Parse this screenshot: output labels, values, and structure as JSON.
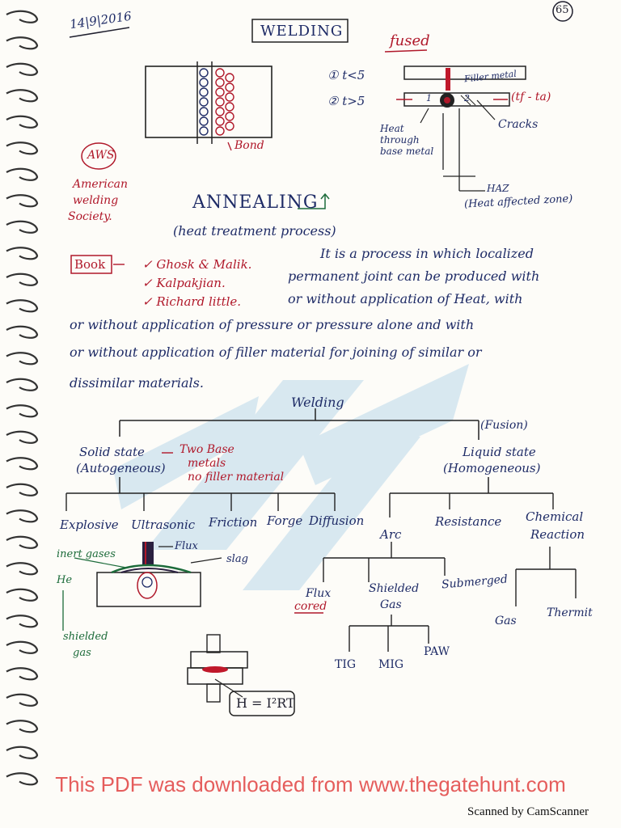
{
  "date": "14|9|2016",
  "page_number": "65",
  "title": "WELDING",
  "fused_label": "fused",
  "conditions": {
    "c1": "① t<5",
    "c2": "② t>5"
  },
  "labels": {
    "filler_metal": "Filler metal",
    "tf_ta": "(tf - ta)",
    "cracks": "Cracks",
    "heat_through": "Heat through base metal",
    "haz": "HAZ",
    "haz_full": "(Heat affected zone)",
    "bond": "Bond",
    "num1": "1",
    "num2": "2"
  },
  "aws": {
    "abbr": "AWS",
    "full_line1": "American",
    "full_line2": "welding",
    "full_line3": "Society."
  },
  "annealing": {
    "title": "ANNEALING",
    "subtitle": "(heat treatment process)"
  },
  "books": {
    "label": "Book",
    "items": [
      "✓ Ghosk & Malik.",
      "✓ Kalpakjian.",
      "✓ Richard little."
    ]
  },
  "definition": {
    "line1": "It is a process in which localized",
    "line2": "permanent joint can be produced with",
    "line3": "or without application of Heat, with",
    "line4": "or without application of pressure or pressure alone and with",
    "line5": "or without application of filler material for joining of similar or",
    "line6": "dissimilar materials."
  },
  "tree": {
    "root": "Welding",
    "fusion_note": "(Fusion)",
    "solid": "Solid state",
    "solid_sub": "(Autogeneous)",
    "solid_note1": "Two Base",
    "solid_note2": "metals",
    "solid_note3": "no filler material",
    "liquid": "Liquid state",
    "liquid_sub": "(Homogeneous)",
    "solid_children": [
      "Explosive",
      "Ultrasonic",
      "Friction",
      "Forge",
      "Diffusion"
    ],
    "liquid_children": [
      "Arc",
      "Resistance",
      "Chemical",
      "Reaction"
    ],
    "arc_children": {
      "flux": "Flux",
      "cored": "cored",
      "shielded": "Shielded",
      "gas": "Gas",
      "submerged": "Submerged"
    },
    "gas_children": [
      "TIG",
      "MIG",
      "PAW"
    ],
    "chem_children": [
      "Gas",
      "Thermit"
    ]
  },
  "arc_sketch": {
    "inert": "inert gases",
    "he": "He",
    "flux": "Flux",
    "slag": "slag",
    "shielded": "shielded",
    "gas": "gas"
  },
  "formula": "H = I²RT",
  "footer": "This PDF was downloaded from www.thegatehunt.com",
  "scanner": "Scanned by CamScanner",
  "colors": {
    "ink": "#1f1f2e",
    "red_ink": "#b0182a",
    "green_ink": "#1c6b3a",
    "watermark": "#5aa3d8"
  }
}
